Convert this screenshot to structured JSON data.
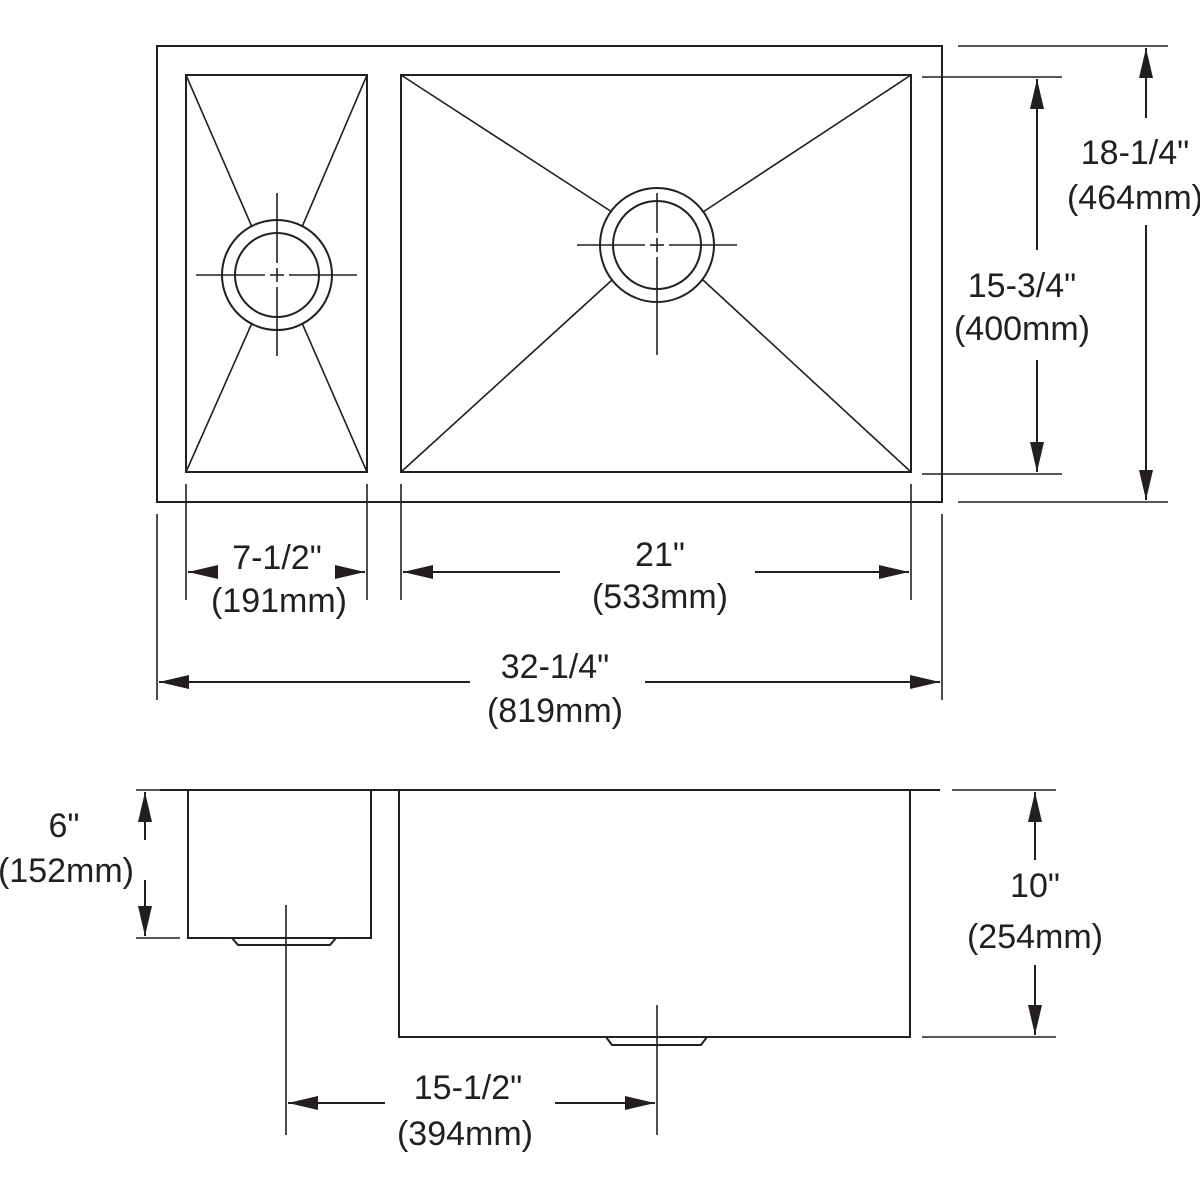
{
  "top_view": {
    "small_bowl_width": {
      "imperial": "7-1/2\"",
      "metric": "(191mm)"
    },
    "large_bowl_width": {
      "imperial": "21\"",
      "metric": "(533mm)"
    },
    "overall_width": {
      "imperial": "32-1/4\"",
      "metric": "(819mm)"
    },
    "bowl_length": {
      "imperial": "15-3/4\"",
      "metric": "(400mm)"
    },
    "overall_length": {
      "imperial": "18-1/4\"",
      "metric": "(464mm)"
    }
  },
  "side_view": {
    "small_bowl_depth": {
      "imperial": "6\"",
      "metric": "(152mm)"
    },
    "large_bowl_depth": {
      "imperial": "10\"",
      "metric": "(254mm)"
    },
    "drain_spacing": {
      "imperial": "15-1/2\"",
      "metric": "(394mm)"
    }
  },
  "colors": {
    "line": "#231f20",
    "background": "#ffffff"
  }
}
